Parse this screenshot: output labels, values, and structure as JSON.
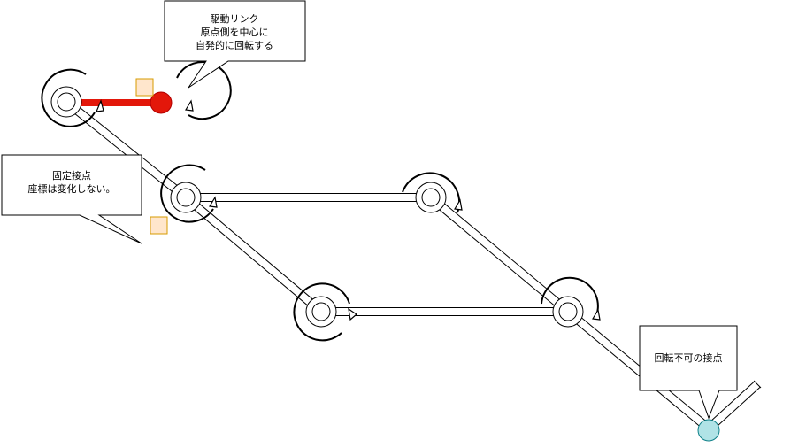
{
  "callouts": {
    "driving_link": {
      "lines": [
        "駆動リンク",
        "原点側を中心に",
        "自発的に回転する"
      ]
    },
    "fixed_joint": {
      "lines": [
        "固定接点",
        "座標は変化しない。"
      ]
    },
    "non_rotating_joint": {
      "lines": [
        "回転不可の接点"
      ]
    }
  },
  "colors": {
    "driving_link": "#e3170a",
    "fixed_marker": "#ffe6cc",
    "fixed_marker_border": "#d79b00",
    "end_joint": "#b0e3e6",
    "end_joint_border": "#0e8088",
    "stroke": "#000000"
  }
}
